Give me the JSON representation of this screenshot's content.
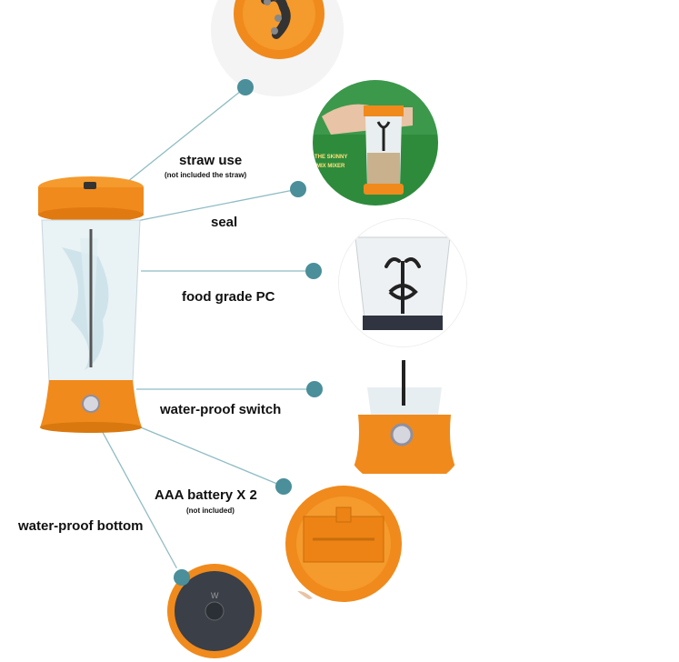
{
  "labels": {
    "straw_use": "straw use",
    "straw_note": "(not included the straw)",
    "seal": "seal",
    "food_grade": "food grade PC",
    "switch": "water-proof switch",
    "battery": "AAA battery X 2",
    "battery_note": "(not included)",
    "bottom": "water-proof bottom"
  },
  "photo_text": {
    "mixer_text": "THE SKINNY\nMIX MIXER",
    "bottom_mark": "W"
  },
  "colors": {
    "accent_orange": "#f08a1c",
    "dot_teal": "#4a8f9a",
    "line_teal": "#7fb3bb",
    "green_bg": "#2e8b3c"
  }
}
